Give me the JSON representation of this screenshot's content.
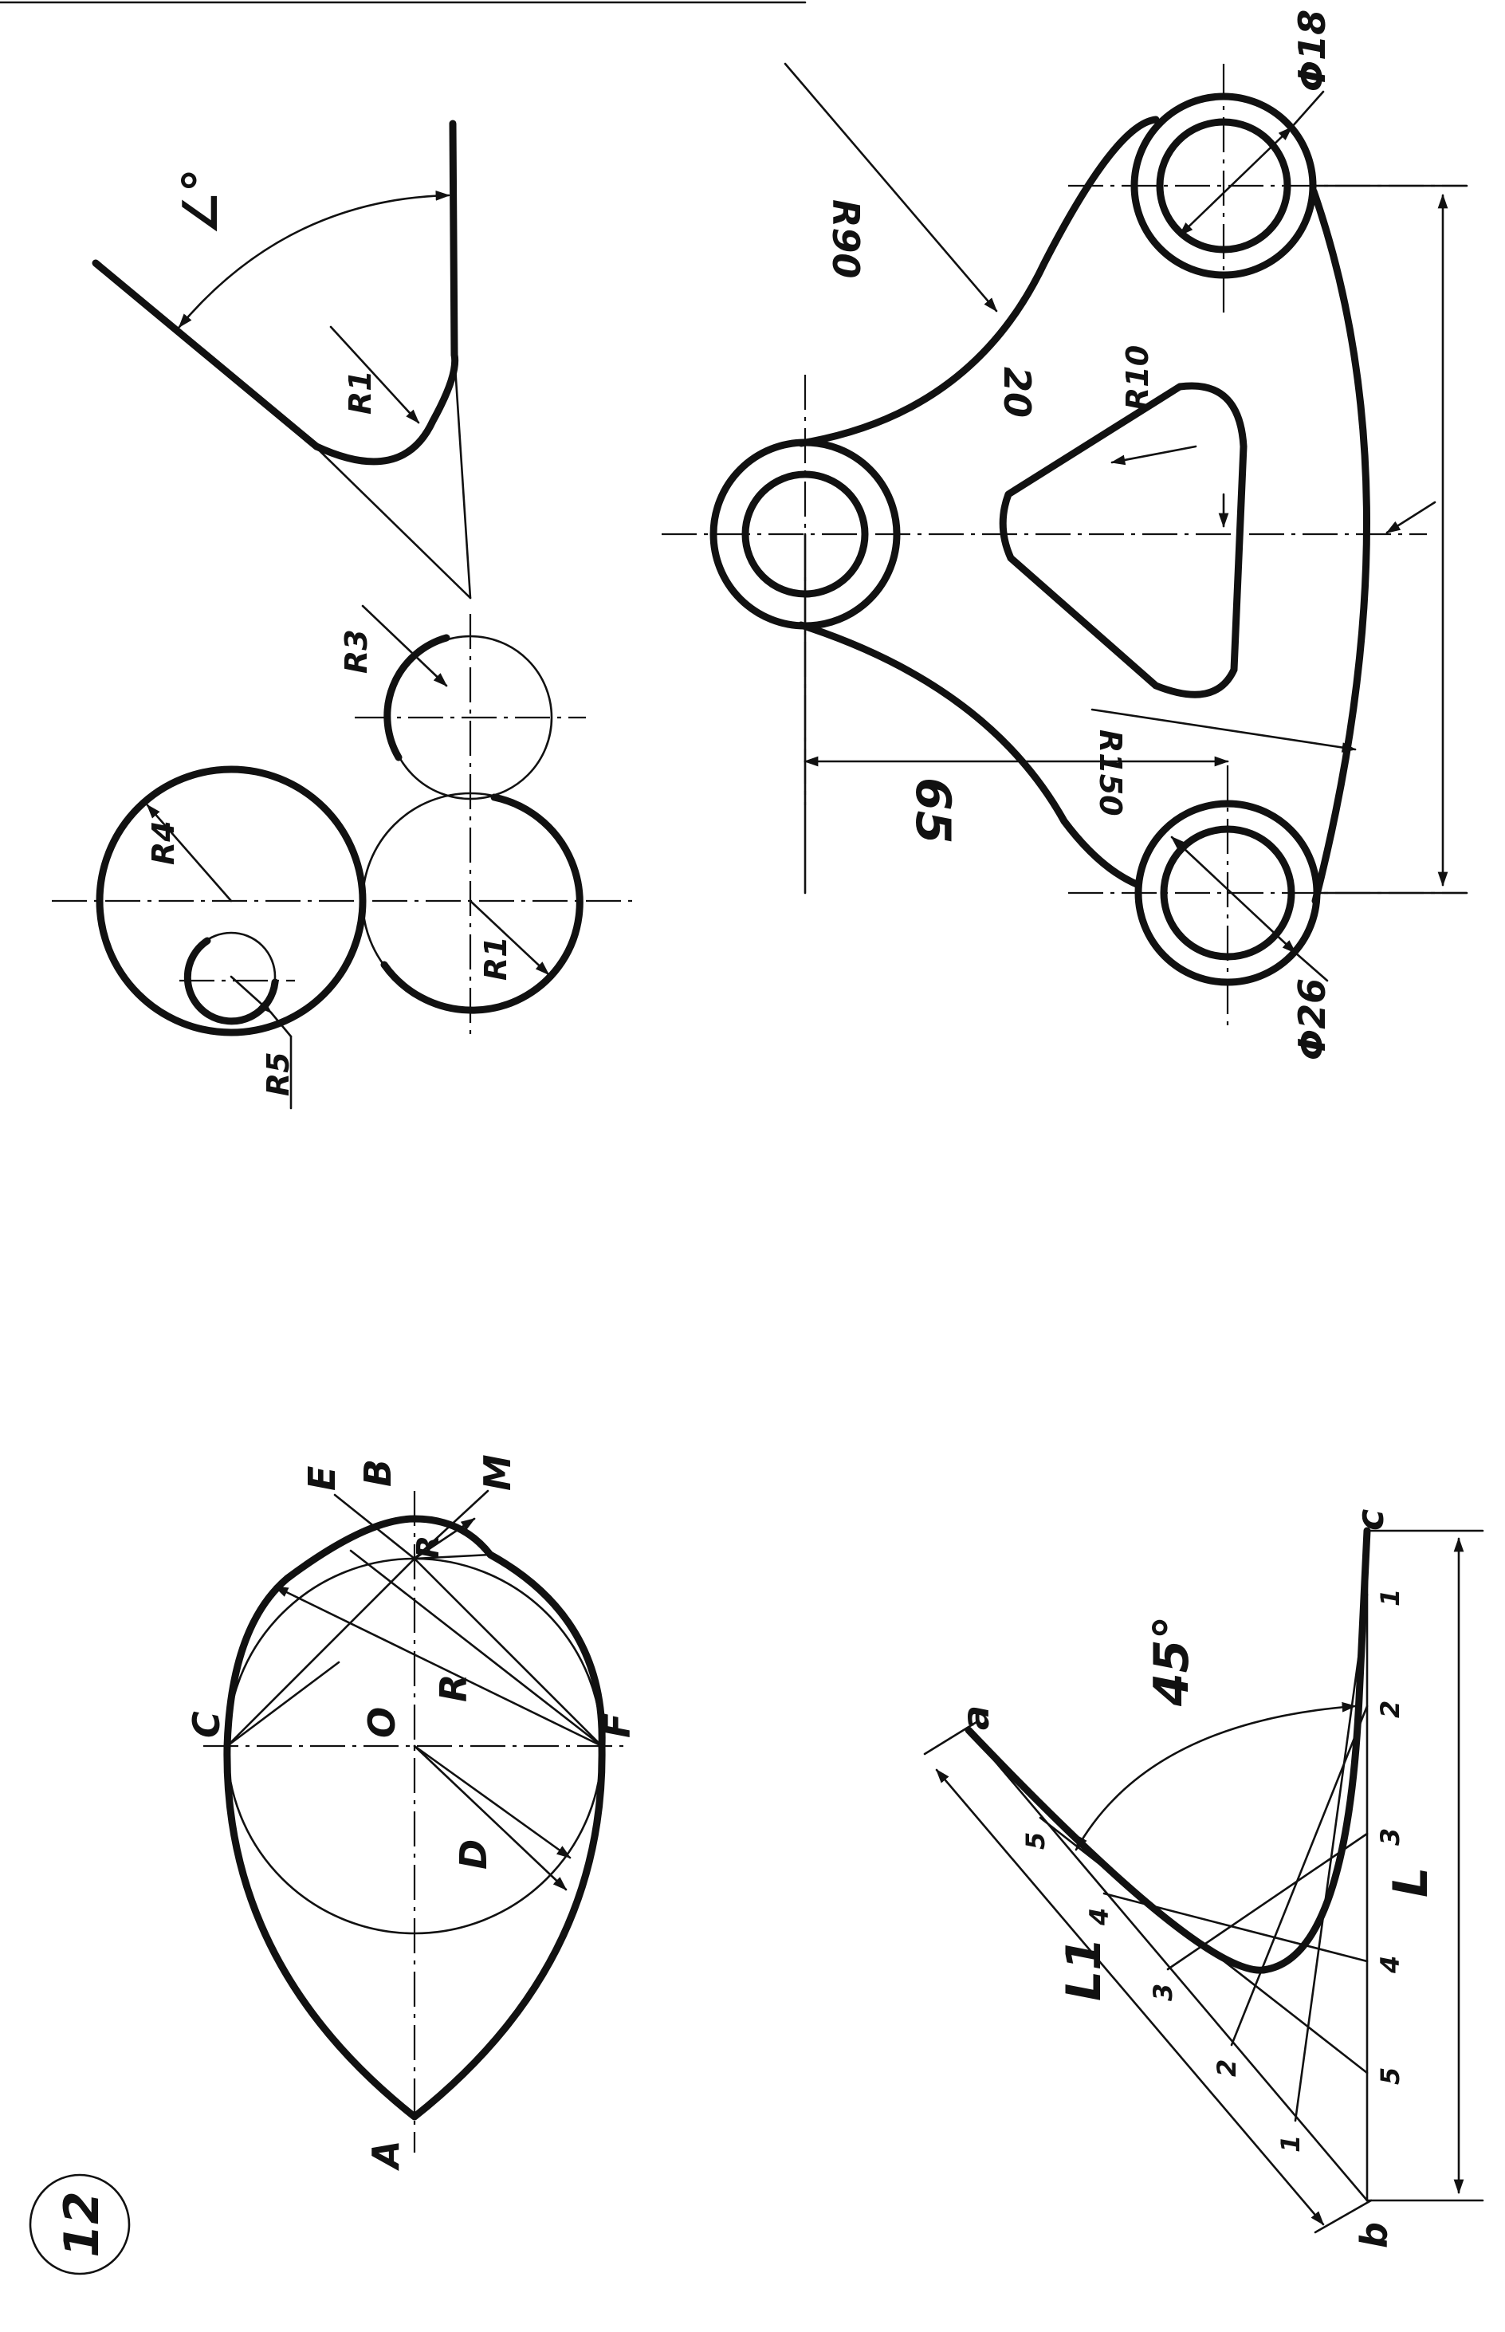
{
  "sheet": {
    "number": "12"
  },
  "tangent_arc": {
    "angle": "∠°",
    "radius": "R1"
  },
  "circle_pairing": {
    "r4": "R4",
    "r5": "R5",
    "r3": "R3",
    "r1": "R1"
  },
  "plate": {
    "r90": "R90",
    "r150": "R150",
    "r10": "R10",
    "d18": "Φ18",
    "d26": "Φ26",
    "dim_65": "65",
    "dim_20": "20"
  },
  "oval": {
    "points": {
      "A": "A",
      "B": "B",
      "C": "C",
      "E": "E",
      "F": "F",
      "M": "M",
      "O": "O"
    },
    "r_small": "R",
    "r_large": "R",
    "diameter": "D"
  },
  "parabola": {
    "a": "a",
    "b": "b",
    "c": "c",
    "angle": "45°",
    "side1": "L1",
    "side2": "L",
    "ticks_l1": [
      "1",
      "2",
      "3",
      "4",
      "5"
    ],
    "ticks_l": [
      "5",
      "4",
      "3",
      "2",
      "1"
    ]
  }
}
